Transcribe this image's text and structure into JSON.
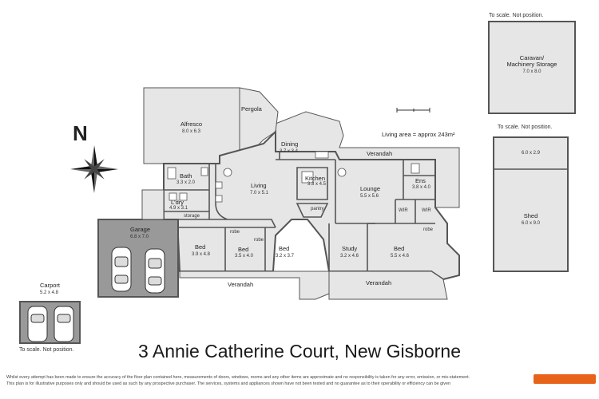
{
  "title": "3 Annie Catherine Court, New Gisborne",
  "living_area": "Living area = approx 243m²",
  "disclaimer": [
    "Whilst every attempt has been made to ensure the accuracy of the floor plan contained here, measurements of doors, windows, rooms and any other items are approximate and no responsibility is taken for any error, omission, or mis-statement.",
    "This plan is for illustrative purposes only and should be used as such by any prospective purchaser. The services, systems and appliances shown have not been tested and no guarantee as to their operability or efficiency can be given"
  ],
  "compass": {
    "label": "N",
    "icon": "compass-rose-icon"
  },
  "rooms": {
    "alfresco": {
      "name": "Alfresco",
      "dim": "8.0 x 6.3"
    },
    "pergola": {
      "name": "Pergola"
    },
    "dining": {
      "name": "Dining",
      "dim": "3.7 x 3.4"
    },
    "verandah_top": {
      "name": "Verandah"
    },
    "bath": {
      "name": "Bath",
      "dim": "3.3 x 2.0"
    },
    "living": {
      "name": "Living",
      "dim": "7.0 x 5.1"
    },
    "kitchen": {
      "name": "Kitchen",
      "dim": "3.3 x 4.5"
    },
    "pantry": {
      "name": "pantry"
    },
    "lounge": {
      "name": "Lounge",
      "dim": "5.5 x 5.6"
    },
    "ens": {
      "name": "Ens",
      "dim": "3.8 x 4.0"
    },
    "wir1": {
      "name": "WIR"
    },
    "wir2": {
      "name": "WIR"
    },
    "ldry": {
      "name": "L'dry",
      "dim": "4.9 x 3.1"
    },
    "storage": {
      "name": "storage"
    },
    "garage": {
      "name": "Garage",
      "dim": "6.8 x 7.0"
    },
    "bed1": {
      "name": "Bed",
      "dim": "3.9 x 4.8"
    },
    "robe1": {
      "name": "robe"
    },
    "bed2": {
      "name": "Bed",
      "dim": "3.5 x 4.0"
    },
    "robe2": {
      "name": "robe"
    },
    "bed3": {
      "name": "Bed",
      "dim": "3.2 x 3.7"
    },
    "study": {
      "name": "Study",
      "dim": "3.2 x 4.6"
    },
    "bed4": {
      "name": "Bed",
      "dim": "5.5 x 4.6"
    },
    "robe3": {
      "name": "robe"
    },
    "verandah_left": {
      "name": "Verandah"
    },
    "verandah_right": {
      "name": "Verandah"
    },
    "carport": {
      "name": "Carport",
      "dim": "5.2 x 4.8",
      "note": "To scale. Not position."
    },
    "caravan": {
      "name": "Caravan/ Machinery Storage",
      "name_line1": "Caravan/",
      "name_line2": "Machinery Storage",
      "dim": "7.0 x 8.0",
      "note": "To scale. Not position."
    },
    "shed": {
      "name": "Shed",
      "dim": "6.0 x 9.0",
      "dim_small": "6.0 x 2.9",
      "note": "To scale. Not position."
    }
  },
  "colors": {
    "wall": "#555555",
    "floor": "#e6e6e6",
    "garage": "#999999",
    "brand": "#e8631a"
  }
}
